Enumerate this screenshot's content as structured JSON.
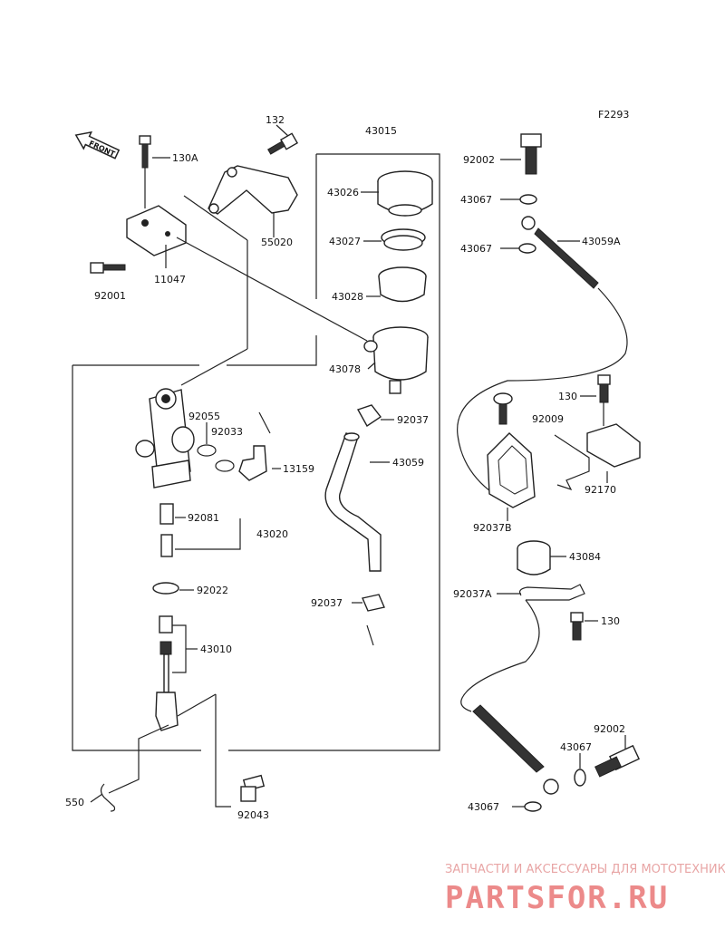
{
  "diagram": {
    "code": "F2293",
    "front_label": "FRONT",
    "labels": {
      "p132": "132",
      "p43015": "43015",
      "p92002_top": "92002",
      "p130A": "130A",
      "p43026": "43026",
      "p43067_a": "43067",
      "p43027": "43027",
      "p55020": "55020",
      "p43067_b": "43067",
      "p43059A": "43059A",
      "p43028": "43028",
      "p92001": "92001",
      "p11047": "11047",
      "p43078": "43078",
      "p130_mid": "130",
      "p92009": "92009",
      "p92055": "92055",
      "p92033": "92033",
      "p92037_a": "92037",
      "p13159": "13159",
      "p43059": "43059",
      "p92170": "92170",
      "p92081": "92081",
      "p92037B": "92037B",
      "p43020": "43020",
      "p43084": "43084",
      "p92022": "92022",
      "p92037A": "92037A",
      "p92037_b": "92037",
      "p130_low": "130",
      "p43010": "43010",
      "p92002_bot": "92002",
      "p43067_c": "43067",
      "p550": "550",
      "p92043": "92043",
      "p43067_d": "43067"
    }
  },
  "watermark": {
    "tagline": "ЗАПЧАСТИ И АКСЕССУАРЫ ДЛЯ МОТОТЕХНИКИ",
    "logo": "PARTSFOR.RU"
  }
}
